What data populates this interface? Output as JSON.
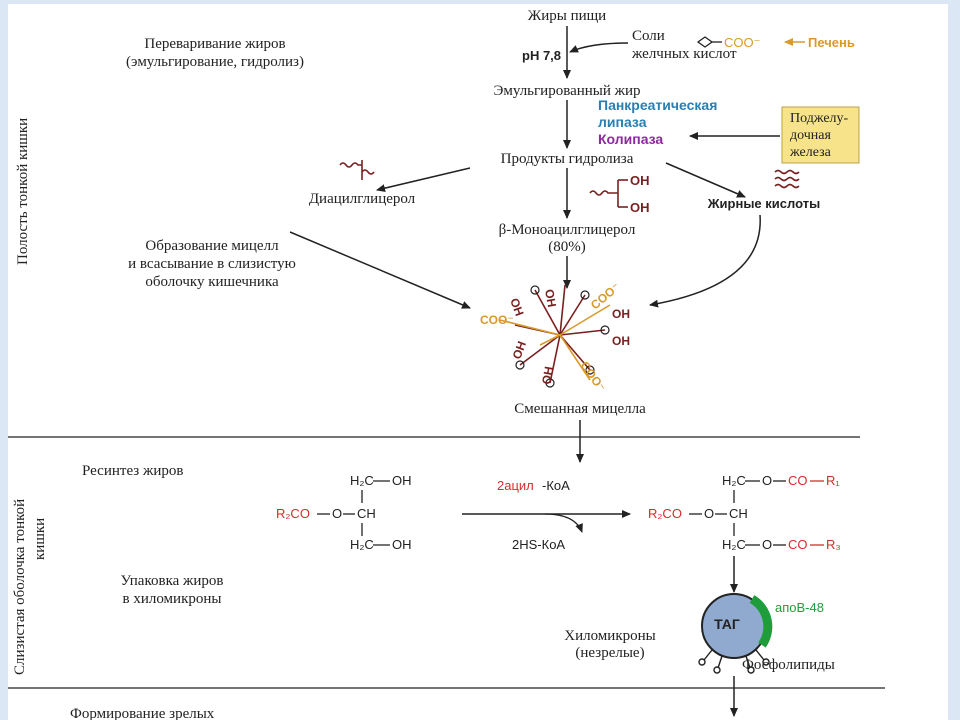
{
  "section_labels": {
    "lumen_line1": "Полость   тонкой    кишки",
    "mucosa_line1": "Слизистая оболочка тонкой",
    "mucosa_line2": "кишки"
  },
  "left_notes": {
    "digestion_l1": "Переваривание жиров",
    "digestion_l2": "(эмульгирование, гидролиз)",
    "micelle_l1": "Образование мицелл",
    "micelle_l2": "и всасывание в слизистую",
    "micelle_l3": "оболочку кишечника",
    "resynth": "Ресинтез жиров",
    "packing_l1": "Упаковка жиров",
    "packing_l2": "в хиломикроны",
    "mature": "Формирование зрелых"
  },
  "flow": {
    "food_fats": "Жиры пищи",
    "ph": "pH 7,8",
    "salts_l1": "Соли",
    "salts_l2": "желчных кислот",
    "coo": "COO⁻",
    "liver": "Печень",
    "emulsified": "Эмульгированный жир",
    "lipase_l1": "Панкреатическая",
    "lipase_l2": "липаза",
    "colipase": "Колипаза",
    "pancreas_l1": "Поджелу-",
    "pancreas_l2": "дочная",
    "pancreas_l3": "железа",
    "hydrolysis_products": "Продукты гидролиза",
    "diacylglycerol": "Диацилглицерол",
    "monoacylglycerol_l1": "β-Моноацилглицерол",
    "monoacylglycerol_l2": "(80%)",
    "fatty_acids": "Жирные кислоты",
    "oh": "OH",
    "mixed_micelle": "Смешанная мицелла"
  },
  "resynthesis": {
    "h2c": "H₂C",
    "oh": "OH",
    "r2co": "R₂CO",
    "o": "O",
    "ch": "CH",
    "acyl_coa_prefix": "2ацил",
    "acyl_coa_suffix": "-КоА",
    "hs_coa": "2HS-КоА",
    "co": "CO",
    "r1": "R₁",
    "r3": "R₃"
  },
  "chylomicron": {
    "tag": "ТАГ",
    "apob": "апоВ-48",
    "name_l1": "Хиломикроны",
    "name_l2": "(незрелые)",
    "phospholipids": "Фосфолипиды"
  },
  "colors": {
    "red": "#d22e2e",
    "dark_red": "#7a1f1f",
    "orange": "#d99a2b",
    "blue": "#2a7fb0",
    "purple": "#8b2a9b",
    "green": "#1f9d3a",
    "yellow_box": "#f7e48a",
    "chylo_fill": "#8fa9cf"
  }
}
